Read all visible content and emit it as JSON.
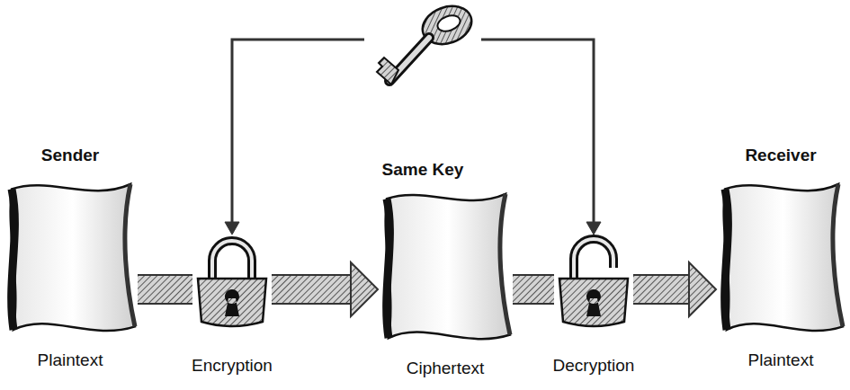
{
  "diagram": {
    "nodes": [
      {
        "text": [
          "Sender",
          "Plaintext"
        ]
      },
      {
        "text": [
          "Same Key"
        ]
      },
      {
        "text": [
          "Encryption"
        ]
      },
      {
        "text": [
          "Ciphertext"
        ]
      },
      {
        "text": [
          "Decryption"
        ]
      },
      {
        "text": [
          "Receiver",
          "Plaintext"
        ]
      }
    ],
    "edges": [
      {
        "from": 0,
        "to": 2,
        "arrow": "none"
      },
      {
        "from": 2,
        "to": 3,
        "arrow": "to"
      },
      {
        "from": 3,
        "to": 4,
        "arrow": "none"
      },
      {
        "from": 4,
        "to": 5,
        "arrow": "to"
      },
      {
        "from": 1,
        "to": 2,
        "arrow": "to"
      },
      {
        "from": 1,
        "to": 4,
        "arrow": "to"
      }
    ]
  }
}
